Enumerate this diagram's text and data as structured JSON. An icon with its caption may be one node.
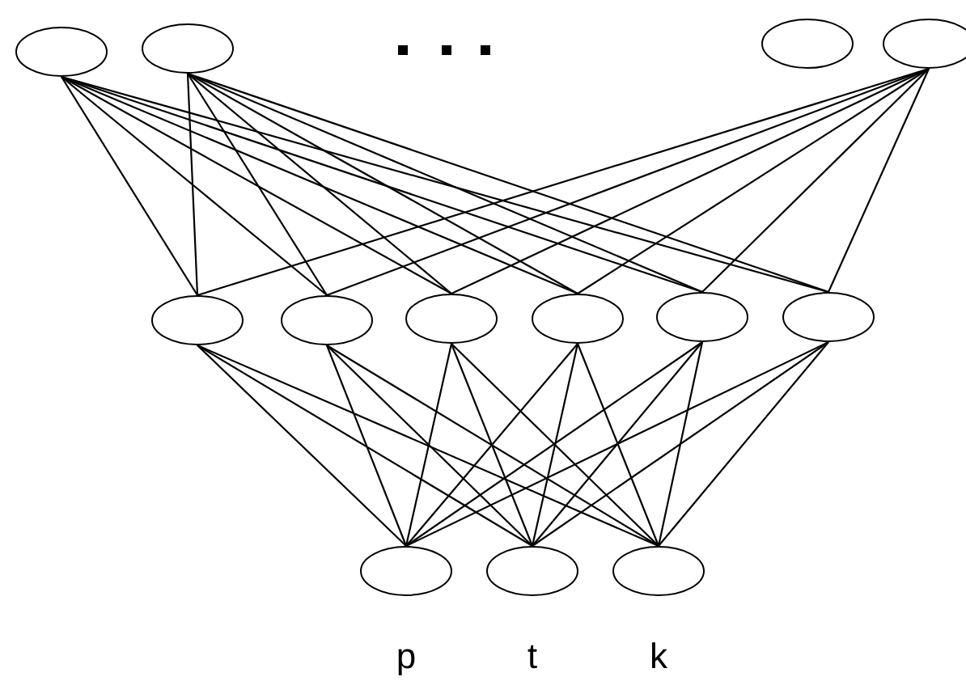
{
  "diagram": {
    "nodes": [
      {
        "text": [],
        "shape": "ellipse"
      },
      {
        "text": [],
        "shape": "ellipse"
      },
      {
        "text": [],
        "shape": "ellipse"
      },
      {
        "text": [],
        "shape": "ellipse"
      },
      {
        "text": [],
        "shape": "ellipse"
      },
      {
        "text": [],
        "shape": "ellipse"
      },
      {
        "text": [],
        "shape": "ellipse"
      },
      {
        "text": [],
        "shape": "ellipse"
      },
      {
        "text": [],
        "shape": "ellipse"
      },
      {
        "text": [],
        "shape": "ellipse"
      },
      {
        "text": [],
        "shape": "ellipse",
        "beside": [
          "p"
        ]
      },
      {
        "text": [],
        "shape": "ellipse",
        "beside": [
          "t"
        ]
      },
      {
        "text": [],
        "shape": "ellipse",
        "beside": [
          "k"
        ]
      }
    ],
    "edges": [
      {
        "from": 0,
        "to": 4,
        "arrow": "none"
      },
      {
        "from": 0,
        "to": 5,
        "arrow": "none"
      },
      {
        "from": 0,
        "to": 6,
        "arrow": "none"
      },
      {
        "from": 0,
        "to": 7,
        "arrow": "none"
      },
      {
        "from": 0,
        "to": 8,
        "arrow": "none"
      },
      {
        "from": 0,
        "to": 9,
        "arrow": "none"
      },
      {
        "from": 1,
        "to": 4,
        "arrow": "none"
      },
      {
        "from": 1,
        "to": 5,
        "arrow": "none"
      },
      {
        "from": 1,
        "to": 6,
        "arrow": "none"
      },
      {
        "from": 1,
        "to": 7,
        "arrow": "none"
      },
      {
        "from": 1,
        "to": 8,
        "arrow": "none"
      },
      {
        "from": 1,
        "to": 9,
        "arrow": "none"
      },
      {
        "from": 3,
        "to": 4,
        "arrow": "none"
      },
      {
        "from": 3,
        "to": 5,
        "arrow": "none"
      },
      {
        "from": 3,
        "to": 6,
        "arrow": "none"
      },
      {
        "from": 3,
        "to": 7,
        "arrow": "none"
      },
      {
        "from": 3,
        "to": 8,
        "arrow": "none"
      },
      {
        "from": 3,
        "to": 9,
        "arrow": "none"
      },
      {
        "from": 4,
        "to": 10,
        "arrow": "none"
      },
      {
        "from": 4,
        "to": 11,
        "arrow": "none"
      },
      {
        "from": 4,
        "to": 12,
        "arrow": "none"
      },
      {
        "from": 5,
        "to": 10,
        "arrow": "none"
      },
      {
        "from": 5,
        "to": 11,
        "arrow": "none"
      },
      {
        "from": 5,
        "to": 12,
        "arrow": "none"
      },
      {
        "from": 6,
        "to": 10,
        "arrow": "none"
      },
      {
        "from": 6,
        "to": 11,
        "arrow": "none"
      },
      {
        "from": 6,
        "to": 12,
        "arrow": "none"
      },
      {
        "from": 7,
        "to": 10,
        "arrow": "none"
      },
      {
        "from": 7,
        "to": 11,
        "arrow": "none"
      },
      {
        "from": 7,
        "to": 12,
        "arrow": "none"
      },
      {
        "from": 8,
        "to": 10,
        "arrow": "none"
      },
      {
        "from": 8,
        "to": 11,
        "arrow": "none"
      },
      {
        "from": 8,
        "to": 12,
        "arrow": "none"
      },
      {
        "from": 9,
        "to": 10,
        "arrow": "none"
      },
      {
        "from": 9,
        "to": 11,
        "arrow": "none"
      },
      {
        "from": 9,
        "to": 12,
        "arrow": "none"
      }
    ]
  }
}
